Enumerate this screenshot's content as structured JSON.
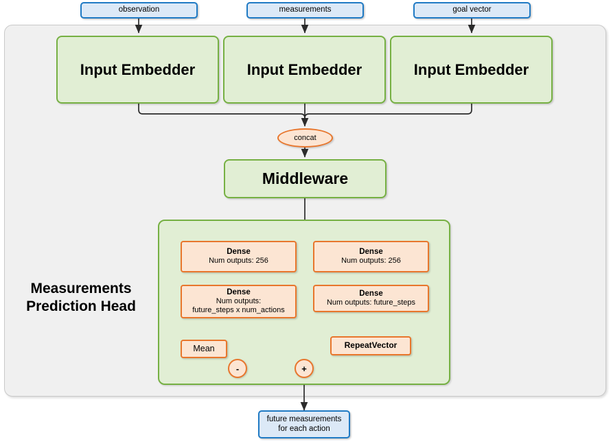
{
  "diagram": {
    "title": "Measurements Prediction Head architecture",
    "colors": {
      "blue_fill": "#dce9f7",
      "blue_stroke": "#1f7ac4",
      "green_fill": "#e1eed4",
      "green_stroke": "#76b043",
      "orange_fill": "#fce5d3",
      "orange_stroke": "#e8762c",
      "panel_fill": "#f0f0f0",
      "edge_stroke": "#3a3a3a"
    },
    "inputs": [
      {
        "id": "observation",
        "label": "observation"
      },
      {
        "id": "measurements",
        "label": "measurements"
      },
      {
        "id": "goal_vector",
        "label": "goal vector"
      }
    ],
    "embedders": [
      {
        "id": "embedder-1",
        "label": "Input Embedder"
      },
      {
        "id": "embedder-2",
        "label": "Input Embedder"
      },
      {
        "id": "embedder-3",
        "label": "Input Embedder"
      }
    ],
    "concat": {
      "label": "concat"
    },
    "middleware": {
      "label": "Middleware"
    },
    "head": {
      "label_line1": "Measurements",
      "label_line2": "Prediction Head",
      "left_branch": {
        "dense_1": {
          "title": "Dense",
          "sub": "Num outputs: 256"
        },
        "dense_2": {
          "title": "Dense",
          "sub_line1": "Num outputs:",
          "sub_line2": "future_steps x num_actions"
        },
        "mean": {
          "label": "Mean"
        },
        "operator": {
          "label": "-"
        }
      },
      "right_branch": {
        "dense_1": {
          "title": "Dense",
          "sub": "Num outputs: 256"
        },
        "dense_2": {
          "title": "Dense",
          "sub": "Num outputs: future_steps"
        },
        "repeat_vector": {
          "label": "RepeatVector"
        }
      },
      "merge_operator": {
        "label": "+"
      }
    },
    "output": {
      "line1": "future measurements",
      "line2": "for each action"
    }
  }
}
